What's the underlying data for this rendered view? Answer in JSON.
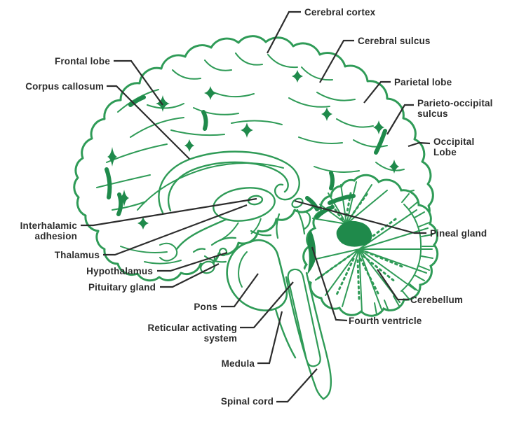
{
  "figure": {
    "kind": "labeled anatomical line diagram",
    "subject_shown": "brain sagittal section drawing"
  },
  "palette": {
    "line_green": "#2f9b57",
    "dark_green": "#1f8a4b",
    "leader_line": "#2d2d2d",
    "label_text": "#2d2d2d",
    "background": "#ffffff"
  },
  "labels": {
    "cerebral_cortex": {
      "text": "Cerebral cortex"
    },
    "cerebral_sulcus": {
      "text": "Cerebral sulcus"
    },
    "frontal_lobe": {
      "text": "Frontal lobe"
    },
    "corpus_callosum": {
      "text": "Corpus callosum"
    },
    "parietal_lobe": {
      "text": "Parietal lobe"
    },
    "parieto_occipital_sulcus": {
      "text": "Parieto-occipital sulcus"
    },
    "occipital_lobe": {
      "text": "Occipital Lobe"
    },
    "pineal_gland": {
      "text": "Pineal gland"
    },
    "interhalamic_adhesion": {
      "text": "Interhalamic adhesion"
    },
    "thalamus": {
      "text": "Thalamus"
    },
    "hypothalamus": {
      "text": "Hypothalamus"
    },
    "pituitary_gland": {
      "text": "Pituitary gland"
    },
    "pons": {
      "text": "Pons"
    },
    "reticular_activating_system": {
      "text": "Reticular activating system"
    },
    "medula": {
      "text": "Medula"
    },
    "spinal_cord": {
      "text": "Spinal cord"
    },
    "cerebellum": {
      "text": "Cerebellum"
    },
    "fourth_ventricle": {
      "text": "Fourth ventricle"
    }
  }
}
